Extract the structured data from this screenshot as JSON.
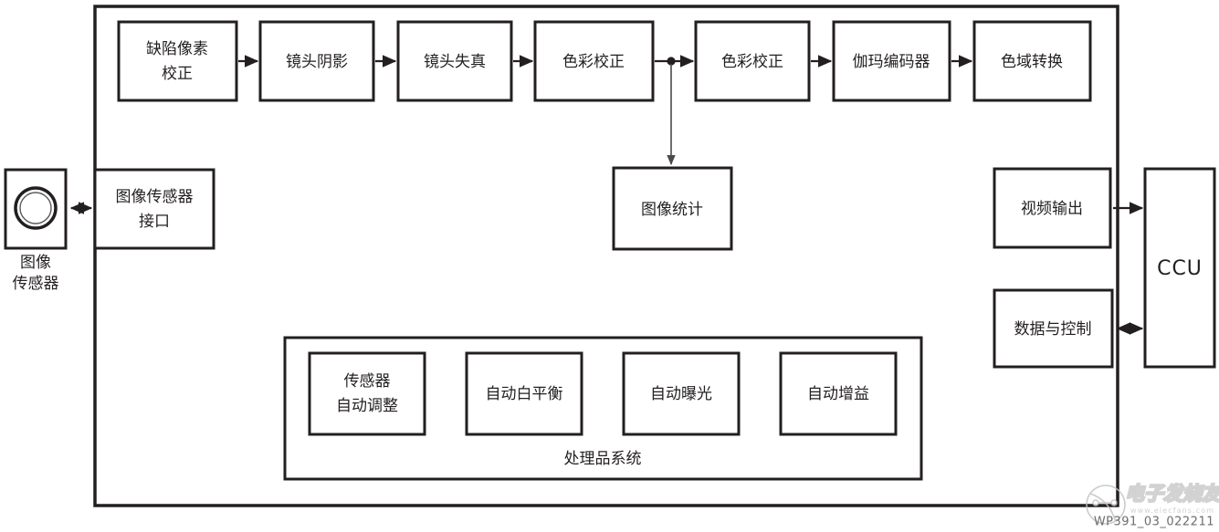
{
  "figure": {
    "id_label": "WP391_03_022211",
    "watermark_text": "电子发烧友",
    "watermark_url": "www.elecfans.com"
  },
  "colors": {
    "line": "#231f20",
    "background": "#ffffff",
    "thin_line": "#4a4a4a",
    "watermark": "#c2c2c2"
  },
  "external": {
    "image_sensor": {
      "caption_line1": "图像",
      "caption_line2": "传感器",
      "icon": "lens-circle-icon"
    },
    "ccu": {
      "label": "CCU"
    }
  },
  "pipeline": {
    "blocks": [
      {
        "id": "defect-pixel-correction",
        "line1": "缺陷像素",
        "line2": "校正"
      },
      {
        "id": "lens-shading",
        "line1": "镜头阴影",
        "line2": ""
      },
      {
        "id": "lens-distortion",
        "line1": "镜头失真",
        "line2": ""
      },
      {
        "id": "color-correction-1",
        "line1": "色彩校正",
        "line2": ""
      },
      {
        "id": "color-correction-2",
        "line1": "色彩校正",
        "line2": ""
      },
      {
        "id": "gamma-encoder",
        "line1": "伽玛编码器",
        "line2": ""
      },
      {
        "id": "gamut-conversion",
        "line1": "色域转换",
        "line2": ""
      }
    ]
  },
  "interface": {
    "sensor_interface": {
      "line1": "图像传感器",
      "line2": "接口"
    },
    "image_statistics": {
      "line1": "图像统计",
      "line2": ""
    },
    "video_output": {
      "line1": "视频输出",
      "line2": ""
    },
    "data_and_control": {
      "line1": "数据与控制",
      "line2": ""
    }
  },
  "processing_system": {
    "caption": "处理品系统",
    "blocks": [
      {
        "id": "sensor-auto-adjust",
        "line1": "传感器",
        "line2": "自动调整"
      },
      {
        "id": "auto-white-balance",
        "line1": "自动白平衡",
        "line2": ""
      },
      {
        "id": "auto-exposure",
        "line1": "自动曝光",
        "line2": ""
      },
      {
        "id": "auto-gain",
        "line1": "自动增益",
        "line2": ""
      }
    ]
  }
}
